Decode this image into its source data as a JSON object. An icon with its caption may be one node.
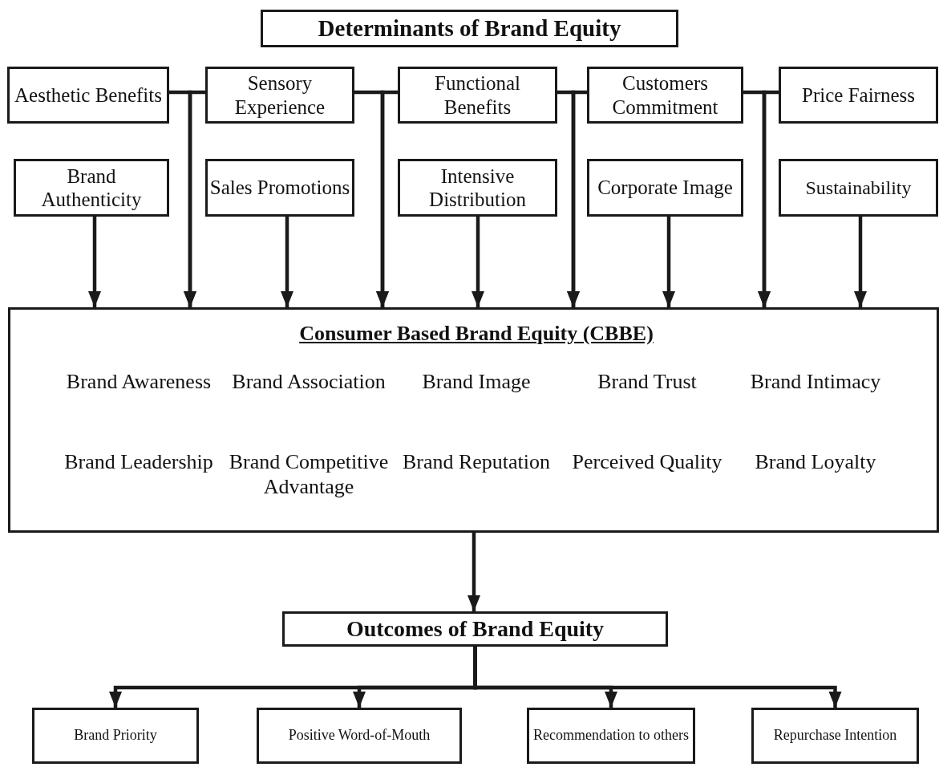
{
  "diagram": {
    "nodes": [
      {
        "text": [
          "Determinants of Brand Equity"
        ]
      },
      {
        "text": [
          "Aesthetic Benefits"
        ]
      },
      {
        "text": [
          "Sensory Experience"
        ]
      },
      {
        "text": [
          "Functional Benefits"
        ]
      },
      {
        "text": [
          "Customers Commitment"
        ]
      },
      {
        "text": [
          "Price Fairness"
        ]
      },
      {
        "text": [
          "Brand Authenticity"
        ]
      },
      {
        "text": [
          "Sales Promotions"
        ]
      },
      {
        "text": [
          "Intensive Distribution"
        ]
      },
      {
        "text": [
          "Corporate Image"
        ]
      },
      {
        "text": [
          "Sustainability"
        ]
      },
      {
        "text": [
          "Consumer Based Brand Equity (CBBE)",
          "Brand Awareness",
          "Brand Association",
          "Brand Image",
          "Brand Trust",
          "Brand Intimacy",
          "Brand Leadership",
          "Brand Competitive Advantage",
          "Brand Reputation",
          "Perceived Quality",
          "Brand Loyalty"
        ]
      },
      {
        "text": [
          "Outcomes of Brand Equity"
        ]
      },
      {
        "text": [
          "Brand Priority"
        ]
      },
      {
        "text": [
          "Positive Word-of-Mouth"
        ]
      },
      {
        "text": [
          "Recommendation to others"
        ]
      },
      {
        "text": [
          "Repurchase Intention"
        ]
      }
    ],
    "edges": [
      {
        "from": 1,
        "to": 11,
        "arrow": "to"
      },
      {
        "from": 2,
        "to": 11,
        "arrow": "to"
      },
      {
        "from": 2,
        "to": 11,
        "arrow": "to"
      },
      {
        "from": 3,
        "to": 11,
        "arrow": "to"
      },
      {
        "from": 3,
        "to": 11,
        "arrow": "to"
      },
      {
        "from": 4,
        "to": 11,
        "arrow": "to"
      },
      {
        "from": 4,
        "to": 11,
        "arrow": "to"
      },
      {
        "from": 5,
        "to": 11,
        "arrow": "to"
      },
      {
        "from": 6,
        "to": 11,
        "arrow": "to"
      },
      {
        "from": 7,
        "to": 11,
        "arrow": "to"
      },
      {
        "from": 8,
        "to": 11,
        "arrow": "to"
      },
      {
        "from": 9,
        "to": 11,
        "arrow": "to"
      },
      {
        "from": 10,
        "to": 11,
        "arrow": "to"
      },
      {
        "from": 11,
        "to": 12,
        "arrow": "to"
      },
      {
        "from": 12,
        "to": 13,
        "arrow": "to"
      },
      {
        "from": 12,
        "to": 14,
        "arrow": "to"
      },
      {
        "from": 12,
        "to": 15,
        "arrow": "to"
      },
      {
        "from": 12,
        "to": 16,
        "arrow": "to"
      }
    ]
  }
}
